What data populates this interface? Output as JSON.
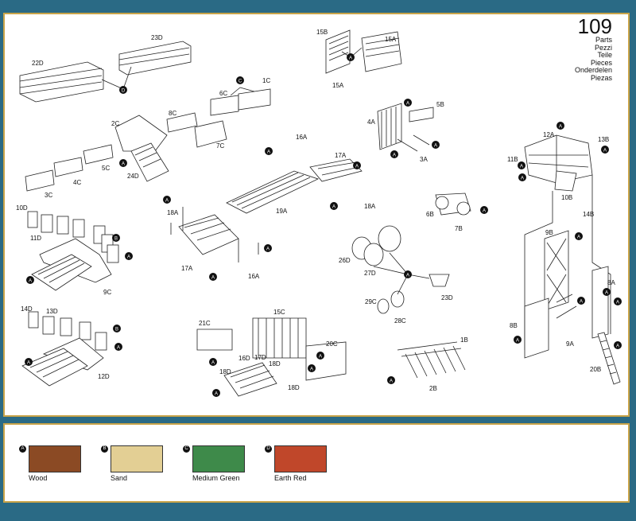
{
  "page": {
    "number": "109",
    "parts_words": [
      "Parts",
      "Pezzi",
      "Teile",
      "Pieces",
      "Onderdelen",
      "Piezas"
    ]
  },
  "parts": {
    "p23D": "23D",
    "p22D": "22D",
    "p15B": "15B",
    "p15A_top": "15A",
    "p15A_bottom": "15A",
    "p1C": "1C",
    "p6C": "6C",
    "p7C": "7C",
    "p8C": "8C",
    "p2C": "2C",
    "p5C": "5C",
    "p4C": "4C",
    "p3C": "3C",
    "p24D": "24D",
    "p4A": "4A",
    "p5B": "5B",
    "p3A": "3A",
    "p16A_top": "16A",
    "p17A_top": "17A",
    "p18A_left": "18A",
    "p19A": "19A",
    "p18A_right": "18A",
    "p17A_bottom": "17A",
    "p16A_bottom": "16A",
    "p12A": "12A",
    "p13B": "13B",
    "p11B": "11B",
    "p10B": "10B",
    "p14B": "14B",
    "p9B": "9B",
    "p8A": "8A",
    "p8B": "8B",
    "p9A": "9A",
    "p20B": "20B",
    "p10D": "10D",
    "p11D": "11D",
    "p9C": "9C",
    "p6B": "6B",
    "p7B": "7B",
    "p26D": "26D",
    "p27D": "27D",
    "p23D_pot": "23D",
    "p29C": "29C",
    "p28C": "28C",
    "p14D": "14D",
    "p13D": "13D",
    "p12D": "12D",
    "p21C": "21C",
    "p15C": "15C",
    "p16D": "16D",
    "p17D": "17D",
    "p18D_a": "18D",
    "p18D_b": "18D",
    "p18D_c": "18D",
    "p20C": "20C",
    "p1B": "1B",
    "p2B": "2B"
  },
  "markers": {
    "A": "A",
    "B": "B",
    "C": "C",
    "D": "D"
  },
  "legend": [
    {
      "letter": "A",
      "name": "Wood",
      "color": "#8B4A24"
    },
    {
      "letter": "B",
      "name": "Sand",
      "color": "#E3CF94"
    },
    {
      "letter": "C",
      "name": "Medium Green",
      "color": "#3E8A4A"
    },
    {
      "letter": "D",
      "name": "Earth Red",
      "color": "#C0472A"
    }
  ]
}
